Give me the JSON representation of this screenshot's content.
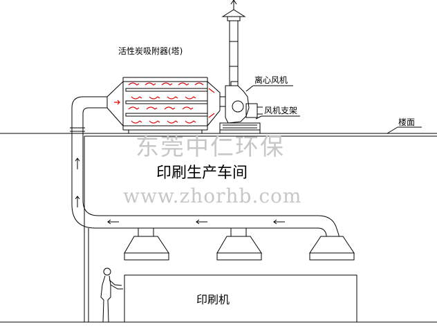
{
  "labels": {
    "adsorber": "活性炭吸附器(塔)",
    "fan": "离心风机",
    "fan_stand": "风机支架",
    "floor": "楼面",
    "workshop": "印刷生产车间",
    "printer": "印刷机"
  },
  "watermark": {
    "company": "东莞中仁环保",
    "url": "www.zhorhb.com"
  },
  "colors": {
    "line": "#000000",
    "airflow": "#e00000",
    "watermark": "#c7c7c7"
  }
}
